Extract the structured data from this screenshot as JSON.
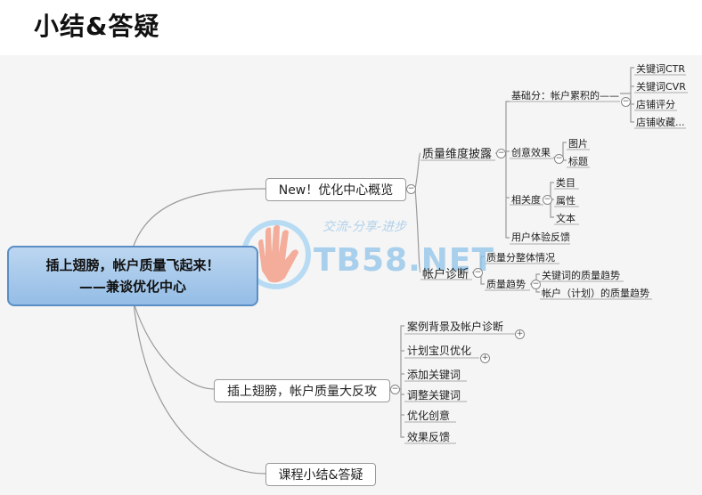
{
  "slide_title": "小结&答疑",
  "root": {
    "line1": "插上翅膀，帐户质量飞起来！",
    "line2": "——兼谈优化中心"
  },
  "branch1": {
    "label": "New！优化中心概览",
    "quality": {
      "label": "质量维度披露",
      "base": {
        "label": "基础分：帐户累积的——",
        "items": [
          "关键词CTR",
          "关键词CVR",
          "店铺评分",
          "店铺收藏..."
        ]
      },
      "creative": {
        "label": "创意效果",
        "items": [
          "图片",
          "标题"
        ]
      },
      "relevance": {
        "label": "相关度",
        "items": [
          "类目",
          "属性",
          "文本"
        ]
      },
      "ux": "用户体验反馈"
    },
    "diagnosis": {
      "label": "帐户诊断",
      "overall": "质量分整体情况",
      "trend": {
        "label": "质量趋势",
        "items": [
          "关键词的质量趋势",
          "帐户（计划）的质量趋势"
        ]
      }
    }
  },
  "branch2": {
    "label": "插上翅膀，帐户质量大反攻",
    "items": [
      "案例背景及帐户诊断",
      "计划宝贝优化",
      "添加关键词",
      "调整关键词",
      "优化创意",
      "效果反馈"
    ]
  },
  "branch3": {
    "label": "课程小结&答疑"
  },
  "watermark": {
    "text": "TB58.NET",
    "slogan": "交流-分享-进步"
  },
  "colors": {
    "root_fill": "#a9c9eb",
    "root_border": "#5b8ec5",
    "line": "#9a9a9a",
    "watermark": "#8fc3ea"
  }
}
